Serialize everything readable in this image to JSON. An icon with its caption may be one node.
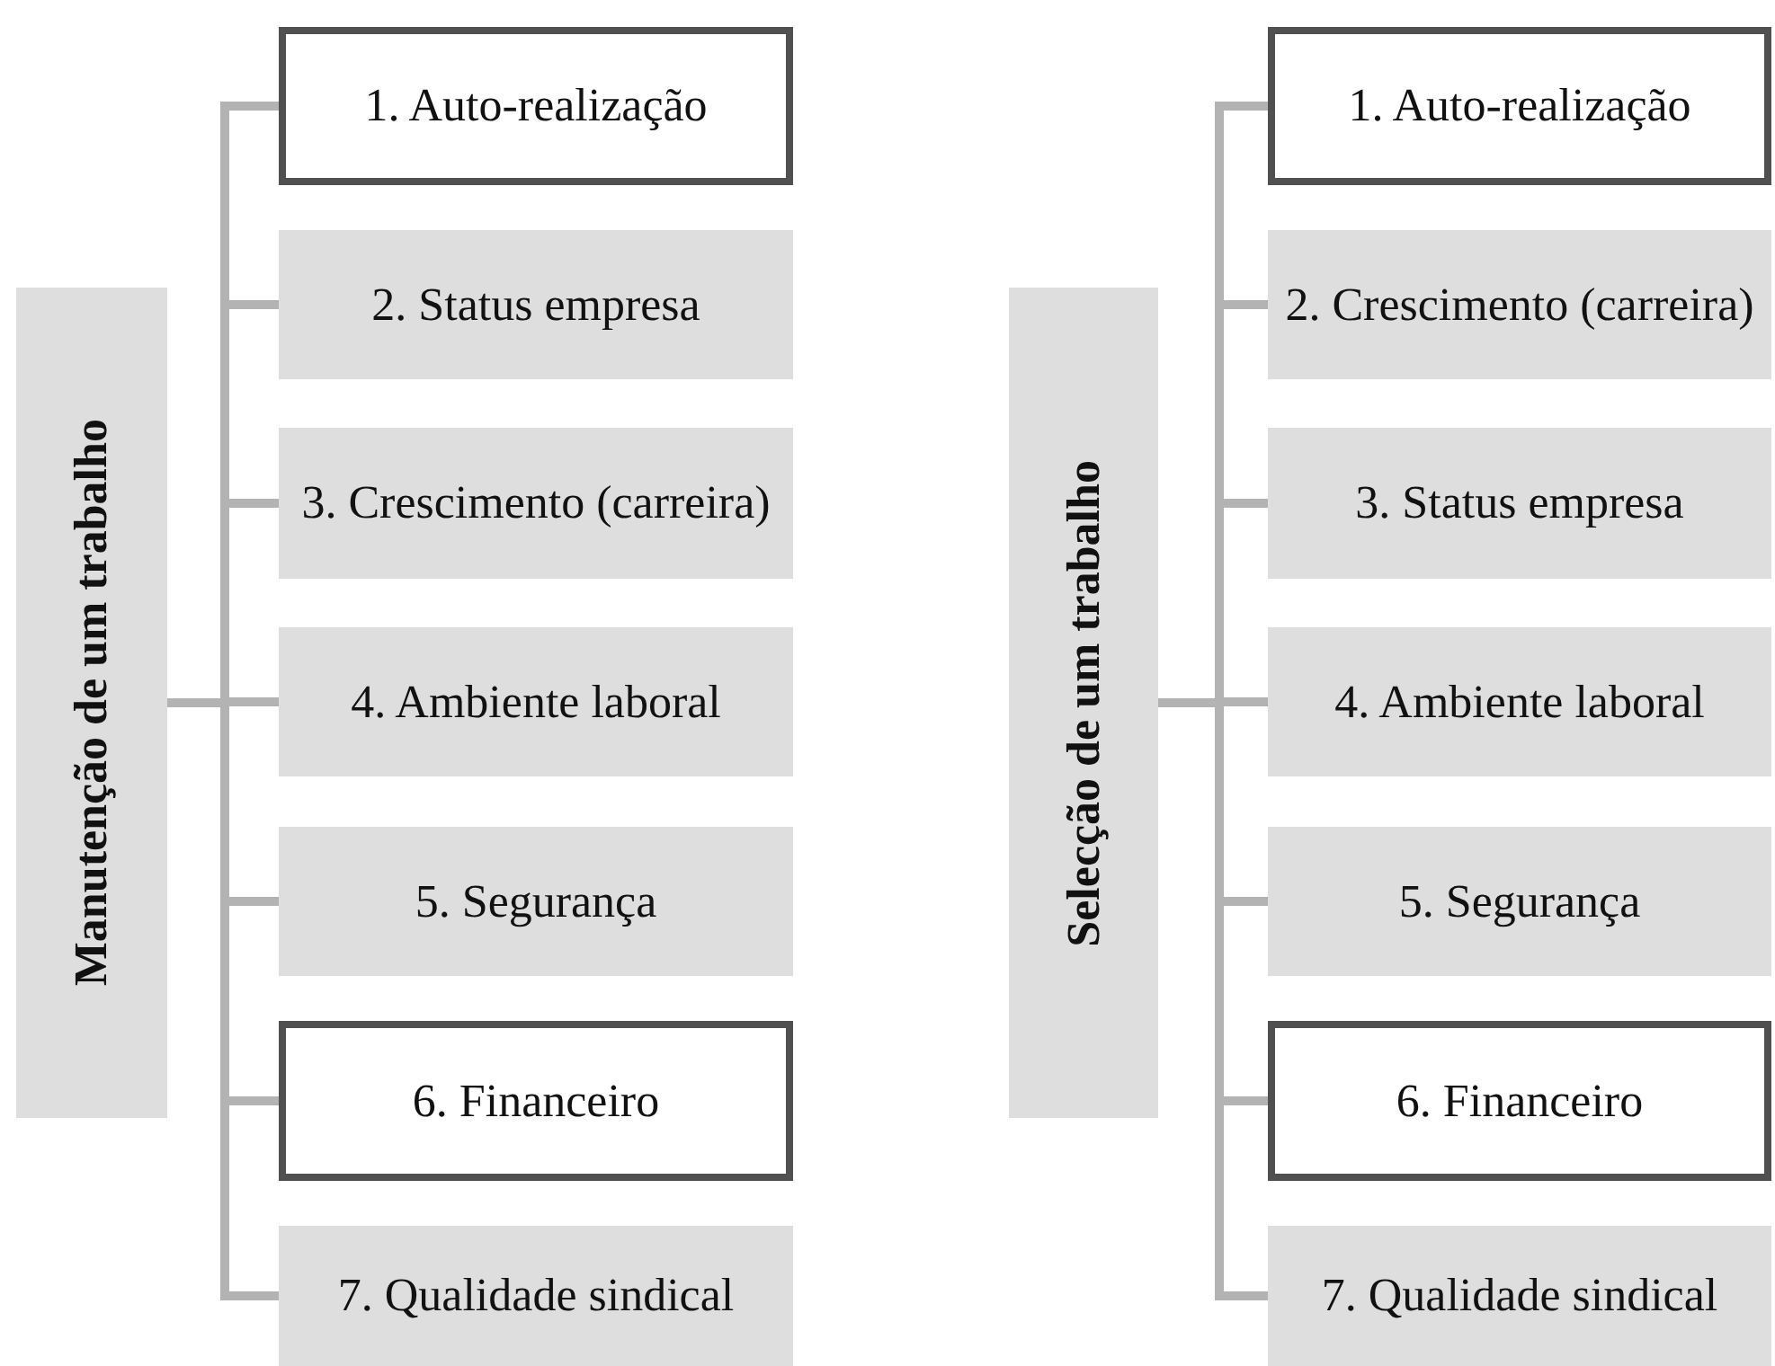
{
  "diagram": {
    "nodes": [
      {
        "text": [
          "Manutenção de um trabalho"
        ]
      },
      {
        "text": [
          "1. Auto-realização"
        ]
      },
      {
        "text": [
          "2. Status empresa"
        ]
      },
      {
        "text": [
          "3. Crescimento (carreira)"
        ]
      },
      {
        "text": [
          "4. Ambiente laboral"
        ]
      },
      {
        "text": [
          "5. Segurança"
        ]
      },
      {
        "text": [
          "6. Financeiro"
        ]
      },
      {
        "text": [
          "7. Qualidade sindical"
        ]
      },
      {
        "text": [
          "Selecção de um trabalho"
        ]
      },
      {
        "text": [
          "1. Auto-realização"
        ]
      },
      {
        "text": [
          "2. Crescimento (carreira)"
        ]
      },
      {
        "text": [
          "3. Status empresa"
        ]
      },
      {
        "text": [
          "4. Ambiente laboral"
        ]
      },
      {
        "text": [
          "5. Segurança"
        ]
      },
      {
        "text": [
          "6. Financeiro"
        ]
      },
      {
        "text": [
          "7. Qualidade sindical"
        ]
      }
    ],
    "edges": [
      {
        "from": 0,
        "to": 1,
        "arrow": "none"
      },
      {
        "from": 0,
        "to": 2,
        "arrow": "none"
      },
      {
        "from": 0,
        "to": 3,
        "arrow": "none"
      },
      {
        "from": 0,
        "to": 4,
        "arrow": "none"
      },
      {
        "from": 0,
        "to": 5,
        "arrow": "none"
      },
      {
        "from": 0,
        "to": 6,
        "arrow": "none"
      },
      {
        "from": 0,
        "to": 7,
        "arrow": "none"
      },
      {
        "from": 8,
        "to": 9,
        "arrow": "none"
      },
      {
        "from": 8,
        "to": 10,
        "arrow": "none"
      },
      {
        "from": 8,
        "to": 11,
        "arrow": "none"
      },
      {
        "from": 8,
        "to": 12,
        "arrow": "none"
      },
      {
        "from": 8,
        "to": 13,
        "arrow": "none"
      },
      {
        "from": 8,
        "to": 14,
        "arrow": "none"
      },
      {
        "from": 8,
        "to": 15,
        "arrow": "none"
      }
    ]
  }
}
